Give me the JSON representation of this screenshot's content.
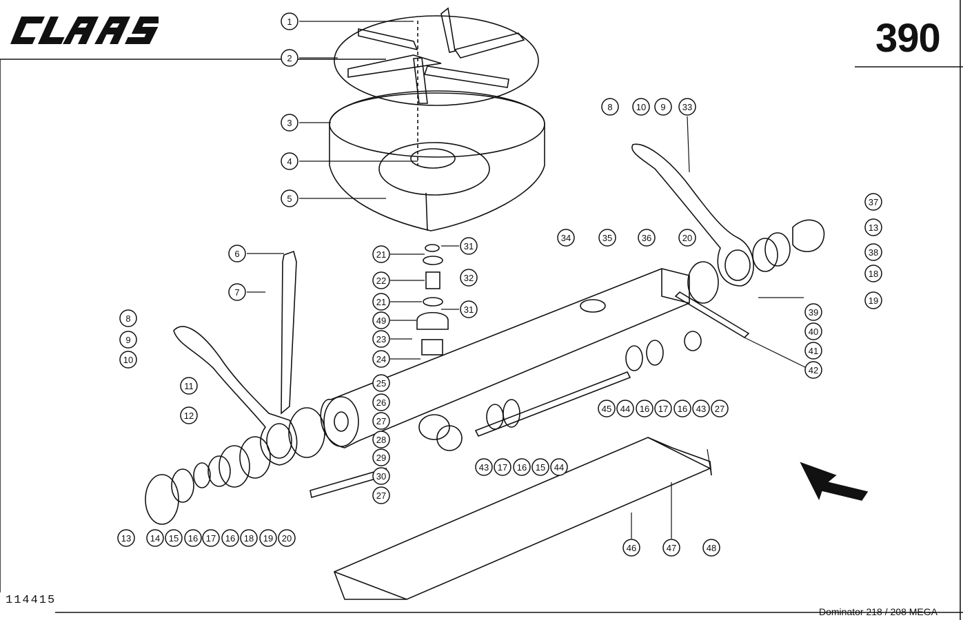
{
  "brand": "CLAAS",
  "page_number": "390",
  "drawing_number": "114415",
  "model": "Dominator 218 / 208 MEGA",
  "callouts": [
    {
      "id": "c1",
      "label": "1"
    },
    {
      "id": "c2",
      "label": "2"
    },
    {
      "id": "c3",
      "label": "3"
    },
    {
      "id": "c4",
      "label": "4"
    },
    {
      "id": "c5",
      "label": "5"
    },
    {
      "id": "c6",
      "label": "6"
    },
    {
      "id": "c7",
      "label": "7"
    },
    {
      "id": "c8a",
      "label": "8"
    },
    {
      "id": "c9a",
      "label": "9"
    },
    {
      "id": "c10a",
      "label": "10"
    },
    {
      "id": "c11",
      "label": "11"
    },
    {
      "id": "c12",
      "label": "12"
    },
    {
      "id": "c13a",
      "label": "13"
    },
    {
      "id": "c14",
      "label": "14"
    },
    {
      "id": "c15a",
      "label": "15"
    },
    {
      "id": "c16a",
      "label": "16"
    },
    {
      "id": "c17a",
      "label": "17"
    },
    {
      "id": "c16b",
      "label": "16"
    },
    {
      "id": "c18a",
      "label": "18"
    },
    {
      "id": "c19a",
      "label": "19"
    },
    {
      "id": "c20a",
      "label": "20"
    },
    {
      "id": "c21a",
      "label": "21"
    },
    {
      "id": "c31a",
      "label": "31"
    },
    {
      "id": "c22",
      "label": "22"
    },
    {
      "id": "c32",
      "label": "32"
    },
    {
      "id": "c21b",
      "label": "21"
    },
    {
      "id": "c31b",
      "label": "31"
    },
    {
      "id": "c49",
      "label": "49"
    },
    {
      "id": "c23",
      "label": "23"
    },
    {
      "id": "c24",
      "label": "24"
    },
    {
      "id": "c25",
      "label": "25"
    },
    {
      "id": "c26",
      "label": "26"
    },
    {
      "id": "c27a",
      "label": "27"
    },
    {
      "id": "c28",
      "label": "28"
    },
    {
      "id": "c29",
      "label": "29"
    },
    {
      "id": "c30",
      "label": "30"
    },
    {
      "id": "c27b",
      "label": "27"
    },
    {
      "id": "c43a",
      "label": "43"
    },
    {
      "id": "c17b",
      "label": "17"
    },
    {
      "id": "c16c",
      "label": "16"
    },
    {
      "id": "c15b",
      "label": "15"
    },
    {
      "id": "c44a",
      "label": "44"
    },
    {
      "id": "c34",
      "label": "34"
    },
    {
      "id": "c35",
      "label": "35"
    },
    {
      "id": "c36",
      "label": "36"
    },
    {
      "id": "c20b",
      "label": "20"
    },
    {
      "id": "c8b",
      "label": "8"
    },
    {
      "id": "c10b",
      "label": "10"
    },
    {
      "id": "c9b",
      "label": "9"
    },
    {
      "id": "c33",
      "label": "33"
    },
    {
      "id": "c37",
      "label": "37"
    },
    {
      "id": "c13b",
      "label": "13"
    },
    {
      "id": "c38",
      "label": "38"
    },
    {
      "id": "c18b",
      "label": "18"
    },
    {
      "id": "c19b",
      "label": "19"
    },
    {
      "id": "c39",
      "label": "39"
    },
    {
      "id": "c40",
      "label": "40"
    },
    {
      "id": "c41",
      "label": "41"
    },
    {
      "id": "c42",
      "label": "42"
    },
    {
      "id": "c45",
      "label": "45"
    },
    {
      "id": "c44b",
      "label": "44"
    },
    {
      "id": "c16d",
      "label": "16"
    },
    {
      "id": "c17c",
      "label": "17"
    },
    {
      "id": "c16e",
      "label": "16"
    },
    {
      "id": "c43b",
      "label": "43"
    },
    {
      "id": "c27c",
      "label": "27"
    },
    {
      "id": "c46",
      "label": "46"
    },
    {
      "id": "c47",
      "label": "47"
    },
    {
      "id": "c48",
      "label": "48"
    }
  ]
}
